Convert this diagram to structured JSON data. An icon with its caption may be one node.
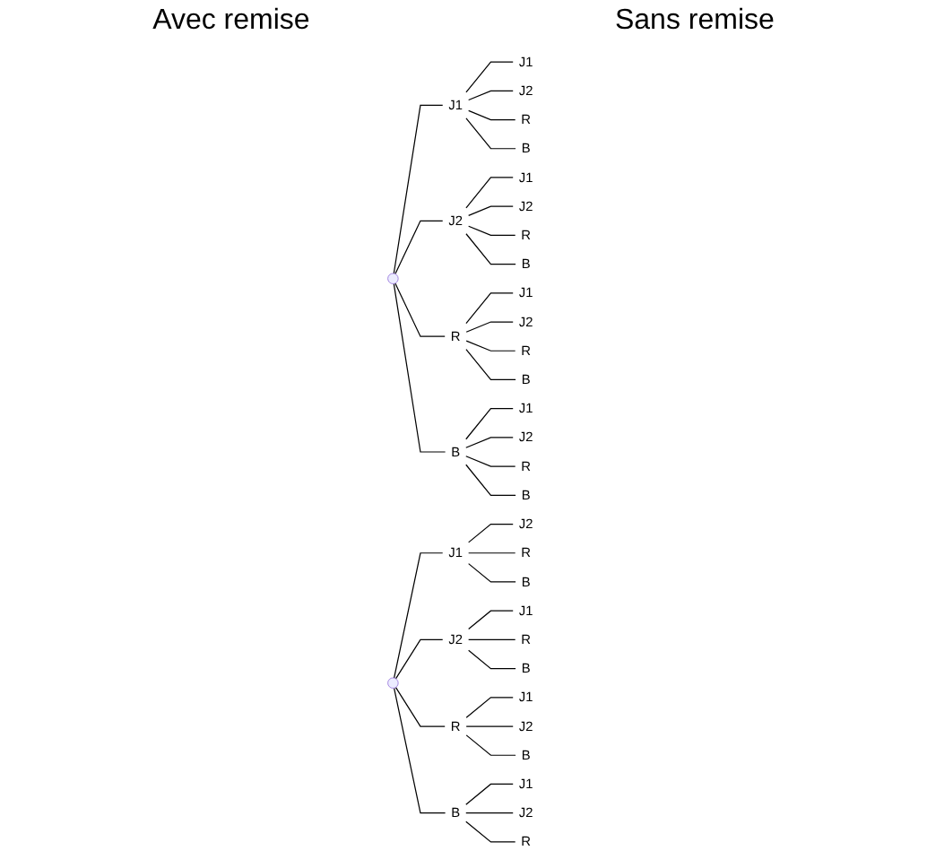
{
  "diagram": {
    "nodes": [
      {
        "text": [],
        "shape": "point"
      },
      {
        "text": [
          "J1"
        ]
      },
      {
        "text": [
          "J1"
        ]
      },
      {
        "text": [
          "J2"
        ]
      },
      {
        "text": [
          "R"
        ]
      },
      {
        "text": [
          "B"
        ]
      },
      {
        "text": [
          "J2"
        ]
      },
      {
        "text": [
          "J1"
        ]
      },
      {
        "text": [
          "J2"
        ]
      },
      {
        "text": [
          "R"
        ]
      },
      {
        "text": [
          "B"
        ]
      },
      {
        "text": [
          "R"
        ]
      },
      {
        "text": [
          "J1"
        ]
      },
      {
        "text": [
          "J2"
        ]
      },
      {
        "text": [
          "R"
        ]
      },
      {
        "text": [
          "B"
        ]
      },
      {
        "text": [
          "B"
        ]
      },
      {
        "text": [
          "J1"
        ]
      },
      {
        "text": [
          "J2"
        ]
      },
      {
        "text": [
          "R"
        ]
      },
      {
        "text": [
          "B"
        ]
      },
      {
        "text": [],
        "shape": "point"
      },
      {
        "text": [
          "J1"
        ]
      },
      {
        "text": [
          "J2"
        ]
      },
      {
        "text": [
          "R"
        ]
      },
      {
        "text": [
          "B"
        ]
      },
      {
        "text": [
          "J2"
        ]
      },
      {
        "text": [
          "J1"
        ]
      },
      {
        "text": [
          "R"
        ]
      },
      {
        "text": [
          "B"
        ]
      },
      {
        "text": [
          "R"
        ]
      },
      {
        "text": [
          "J1"
        ]
      },
      {
        "text": [
          "J2"
        ]
      },
      {
        "text": [
          "B"
        ]
      },
      {
        "text": [
          "B"
        ]
      },
      {
        "text": [
          "J1"
        ]
      },
      {
        "text": [
          "J2"
        ]
      },
      {
        "text": [
          "R"
        ]
      }
    ],
    "edges": [
      {
        "from": 0,
        "to": 1,
        "arrow": "none"
      },
      {
        "from": 1,
        "to": 2,
        "arrow": "none"
      },
      {
        "from": 1,
        "to": 3,
        "arrow": "none"
      },
      {
        "from": 1,
        "to": 4,
        "arrow": "none"
      },
      {
        "from": 1,
        "to": 5,
        "arrow": "none"
      },
      {
        "from": 0,
        "to": 6,
        "arrow": "none"
      },
      {
        "from": 6,
        "to": 7,
        "arrow": "none"
      },
      {
        "from": 6,
        "to": 8,
        "arrow": "none"
      },
      {
        "from": 6,
        "to": 9,
        "arrow": "none"
      },
      {
        "from": 6,
        "to": 10,
        "arrow": "none"
      },
      {
        "from": 0,
        "to": 11,
        "arrow": "none"
      },
      {
        "from": 11,
        "to": 12,
        "arrow": "none"
      },
      {
        "from": 11,
        "to": 13,
        "arrow": "none"
      },
      {
        "from": 11,
        "to": 14,
        "arrow": "none"
      },
      {
        "from": 11,
        "to": 15,
        "arrow": "none"
      },
      {
        "from": 0,
        "to": 16,
        "arrow": "none"
      },
      {
        "from": 16,
        "to": 17,
        "arrow": "none"
      },
      {
        "from": 16,
        "to": 18,
        "arrow": "none"
      },
      {
        "from": 16,
        "to": 19,
        "arrow": "none"
      },
      {
        "from": 16,
        "to": 20,
        "arrow": "none"
      },
      {
        "from": 21,
        "to": 22,
        "arrow": "none"
      },
      {
        "from": 22,
        "to": 23,
        "arrow": "none"
      },
      {
        "from": 22,
        "to": 24,
        "arrow": "none"
      },
      {
        "from": 22,
        "to": 25,
        "arrow": "none"
      },
      {
        "from": 21,
        "to": 26,
        "arrow": "none"
      },
      {
        "from": 26,
        "to": 27,
        "arrow": "none"
      },
      {
        "from": 26,
        "to": 28,
        "arrow": "none"
      },
      {
        "from": 26,
        "to": 29,
        "arrow": "none"
      },
      {
        "from": 21,
        "to": 30,
        "arrow": "none"
      },
      {
        "from": 30,
        "to": 31,
        "arrow": "none"
      },
      {
        "from": 30,
        "to": 32,
        "arrow": "none"
      },
      {
        "from": 30,
        "to": 33,
        "arrow": "none"
      },
      {
        "from": 21,
        "to": 34,
        "arrow": "none"
      },
      {
        "from": 34,
        "to": 35,
        "arrow": "none"
      },
      {
        "from": 34,
        "to": 36,
        "arrow": "none"
      },
      {
        "from": 34,
        "to": 37,
        "arrow": "none"
      }
    ],
    "labels": [
      "Avec remise",
      "Sans remise"
    ]
  }
}
